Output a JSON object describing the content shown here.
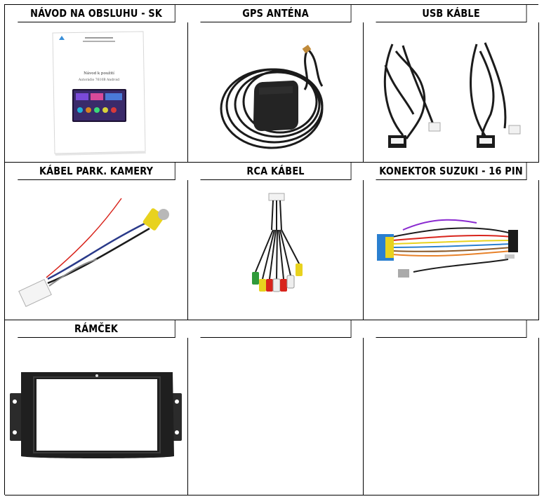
{
  "rows": [
    {
      "headers": [
        "NÁVOD NA OBSLUHU - SK",
        "GPS ANTÉNA",
        "USB KÁBLE"
      ]
    },
    {
      "headers": [
        "KÁBEL PARK. KAMERY",
        "RCA KÁBEL",
        "KONEKTOR SUZUKI - 16 PIN"
      ]
    },
    {
      "headers": [
        "RÁMČEK",
        "",
        ""
      ]
    }
  ],
  "manual": {
    "doc_title": "Návod k použití",
    "doc_subtitle": "Autorádio 7610B Android"
  },
  "colors": {
    "border": "#000000",
    "cable_black": "#1b1b1b",
    "rca_yellow": "#e8d21e",
    "rca_red": "#d8241c",
    "rca_green": "#2f9a3a",
    "rca_white": "#eeeeee",
    "connector_blue": "#2a7fd0"
  },
  "icons": [
    "manual-image",
    "gps-antenna-image",
    "usb-cable-image",
    "camera-cable-image",
    "rca-cable-image",
    "suzuki-connector-image",
    "frame-image"
  ]
}
